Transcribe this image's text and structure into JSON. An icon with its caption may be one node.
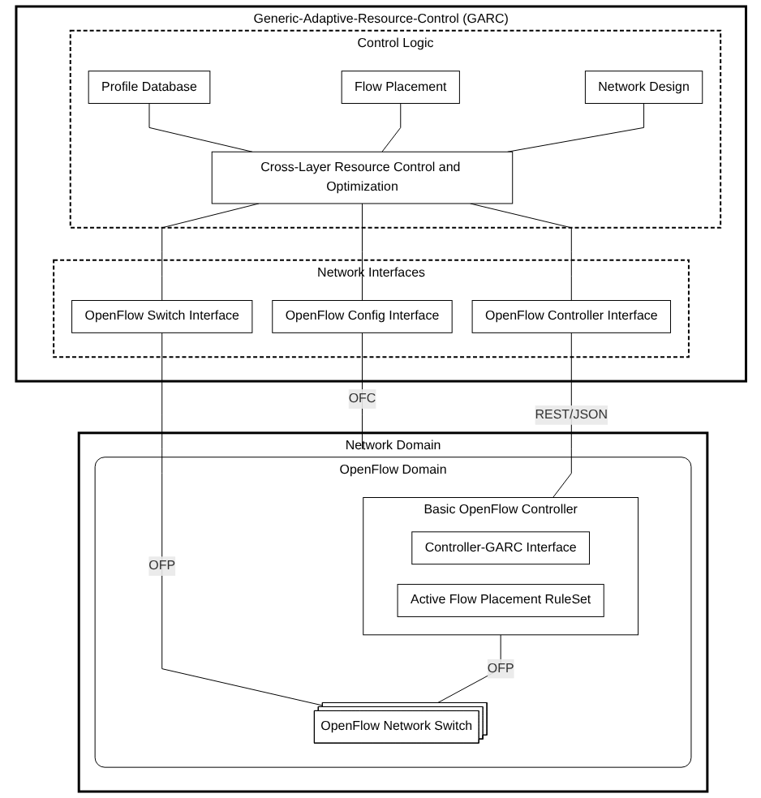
{
  "diagram": {
    "nodes": [
      {
        "text": [
          "Generic-Adaptive-Resource-Control (GARC)"
        ]
      },
      {
        "text": [
          "Control Logic"
        ],
        "in": 0
      },
      {
        "text": [
          "Cross-Layer Resource Control and Optimization"
        ],
        "in": 1
      },
      {
        "text": [
          "Profile Database"
        ],
        "in": 1
      },
      {
        "text": [
          "Flow Placement"
        ],
        "in": 1
      },
      {
        "text": [
          "Network Design"
        ],
        "in": 1
      },
      {
        "text": [
          "Network Interfaces"
        ],
        "in": 0
      },
      {
        "text": [
          "OpenFlow Config Interface"
        ],
        "in": 6
      },
      {
        "text": [
          "OpenFlow Switch Interface"
        ],
        "in": 6
      },
      {
        "text": [
          "OpenFlow Controller Interface"
        ],
        "in": 6
      },
      {
        "text": [
          "Network Domain"
        ]
      },
      {
        "text": [
          "OpenFlow Domain"
        ],
        "in": 10
      },
      {
        "text": [
          "Basic OpenFlow Controller"
        ],
        "in": 11
      },
      {
        "text": [
          "Controller-GARC Interface"
        ],
        "in": 12
      },
      {
        "text": [
          "Active Flow Placement RuleSet"
        ],
        "in": 12
      },
      {
        "text": [
          "OpenFlow Network Switch"
        ],
        "in": 11
      }
    ],
    "edges": [
      {
        "from": 2,
        "to": 3,
        "arrow": "none"
      },
      {
        "from": 2,
        "to": 4,
        "arrow": "none"
      },
      {
        "from": 2,
        "to": 5,
        "arrow": "none"
      },
      {
        "from": 2,
        "to": 7,
        "arrow": "none"
      },
      {
        "from": 2,
        "to": 8,
        "arrow": "none"
      },
      {
        "from": 2,
        "to": 9,
        "arrow": "none"
      },
      {
        "from": 7,
        "to": 11,
        "arrow": "none",
        "label": "OFC"
      },
      {
        "from": 8,
        "to": 15,
        "arrow": "none",
        "label": "OFP"
      },
      {
        "from": 9,
        "to": 12,
        "arrow": "none",
        "label": "REST/JSON"
      },
      {
        "from": 12,
        "to": 15,
        "arrow": "none",
        "label": "OFP"
      }
    ]
  }
}
